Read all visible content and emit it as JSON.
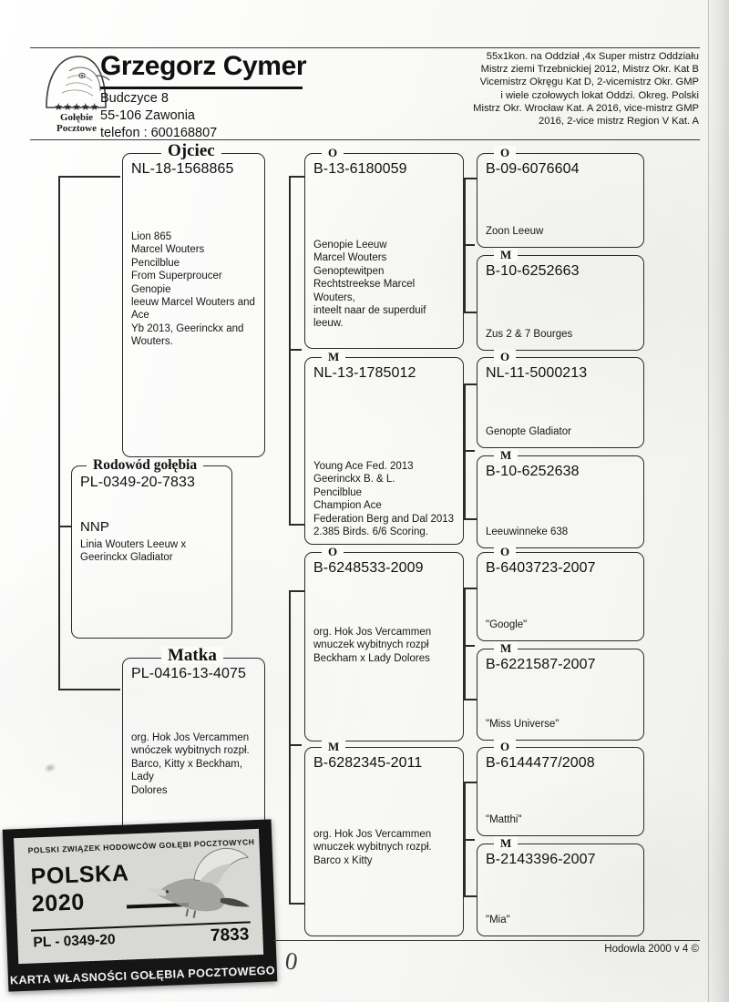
{
  "header": {
    "owner_name": "Grzegorz Cymer",
    "address_line1": "Budczyce 8",
    "address_line2": "55-106 Zawonia",
    "address_line3": "telefon : 600168807",
    "logo_text_line1": "Gołębie",
    "logo_text_line2": "Pocztowe",
    "logo_stars": "★★★★★",
    "logo_icon": "pigeon-head-icon",
    "achievements": "55x1kon. na Oddział ,4x Super mistrz Oddziału\nMistrz ziemi Trzebnickiej 2012, Mistrz Okr. Kat B\nVicemistrz Okręgu Kat D, 2-vicemistrz Okr. GMP\ni wiele czołowych lokat Oddzi. Okreg. Polski\nMistrz Okr. Wrocław Kat. A 2016, vice-mistrz GMP\n2016, 2-vice mistrz Region V Kat. A"
  },
  "pedigree": {
    "subject": {
      "caption": "Rodowód gołębia",
      "ring": "PL-0349-20-7833",
      "notes_title": "NNP",
      "notes": "Linia Wouters Leeuw x\nGeerinckx Gladiator"
    },
    "father": {
      "caption": "Ojciec",
      "ring": "NL-18-1568865",
      "notes": "Lion 865\nMarcel Wouters\nPencilblue\nFrom Superproucer Genopie\nleeuw Marcel Wouters and Ace\nYb 2013, Geerinckx and\nWouters."
    },
    "mother": {
      "caption": "Matka",
      "ring": "PL-0416-13-4075",
      "notes": "org. Hok Jos Vercammen\nwnóczek wybitnych rozpł.\nBarco, Kitty x Beckham, Lady\nDolores"
    },
    "grandparents": [
      {
        "caption": "O",
        "ring": "B-13-6180059",
        "notes": "Genopie Leeuw\nMarcel Wouters\nGenoptewitpen\nRechtstreekse Marcel Wouters,\ninteelt naar de superduif leeuw."
      },
      {
        "caption": "M",
        "ring": "NL-13-1785012",
        "notes": "Young Ace Fed. 2013\nGeerinckx B. & L.\nPencilblue\nChampion Ace\nFederation Berg and Dal 2013\n2.385 Birds. 6/6 Scoring."
      },
      {
        "caption": "O",
        "ring": "B-6248533-2009",
        "notes": "org. Hok Jos Vercammen\nwnuczek wybitnych rozpł\nBeckham x Lady Dolores"
      },
      {
        "caption": "M",
        "ring": "B-6282345-2011",
        "notes": "org. Hok Jos Vercammen\nwnuczek wybitnych rozpł.\nBarco x Kitty"
      }
    ],
    "greatgrandparents": [
      {
        "caption": "O",
        "ring": "B-09-6076604",
        "notes": "Zoon Leeuw"
      },
      {
        "caption": "M",
        "ring": "B-10-6252663",
        "notes": "Zus 2 & 7 Bourges"
      },
      {
        "caption": "O",
        "ring": "NL-11-5000213",
        "notes": "Genopte Gladiator"
      },
      {
        "caption": "M",
        "ring": "B-10-6252638",
        "notes": "Leeuwinneke 638"
      },
      {
        "caption": "O",
        "ring": "B-6403723-2007",
        "notes": "\"Google\""
      },
      {
        "caption": "M",
        "ring": "B-6221587-2007",
        "notes": "\"Miss Universe\""
      },
      {
        "caption": "O",
        "ring": "B-6144477/2008",
        "notes": "\"Matthi\""
      },
      {
        "caption": "M",
        "ring": "B-2143396-2007",
        "notes": "\"Mia\""
      }
    ]
  },
  "ownership_card": {
    "organization": "POLSKI ZWIĄZEK HODOWCÓW GOŁĘBI POCZTOWYCH",
    "country": "POLSKA",
    "year": "2020",
    "code": "PL - 0349-20",
    "number": "7833",
    "footer": "KARTA WŁASNOŚCI GOŁĘBIA POCZTOWEGO",
    "pigeon_icon": "flying-pigeon-icon"
  },
  "footer": {
    "software": "Hodowla 2000 v 4 ©",
    "pen_mark": "0"
  }
}
